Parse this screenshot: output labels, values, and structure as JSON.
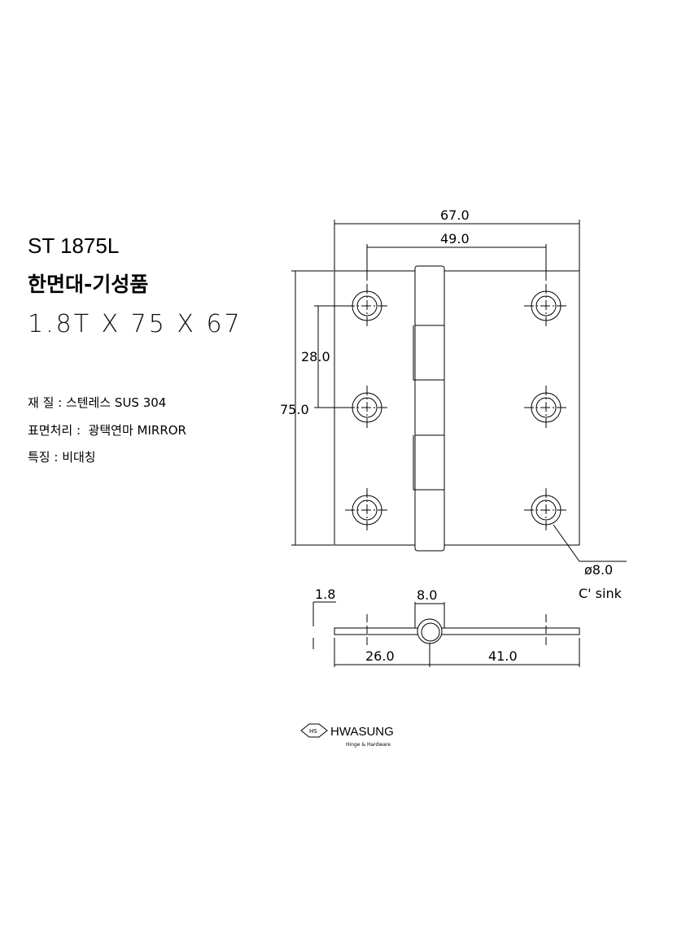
{
  "product": {
    "model": "ST 1875L",
    "name": "한면대-기성품",
    "size": "1.8T X 75 X 67"
  },
  "specs": [
    {
      "text": "재 질 : 스텐레스 SUS 304"
    },
    {
      "text": "표면처리 :  광택연마 MIRROR"
    },
    {
      "text": "특징 : 비대칭"
    }
  ],
  "dimensions": {
    "overall_width": "67.0",
    "hole_spacing_x": "49.0",
    "overall_height": "75.0",
    "hole_spacing_y": "28.0",
    "hole_diameter": "ø8.0",
    "hole_note": "C' sink",
    "thickness": "1.8",
    "knuckle_diameter": "8.0",
    "left_leaf": "26.0",
    "right_leaf": "41.0"
  },
  "logo": {
    "name": "HWASUNG",
    "tagline": "Hinge & Hardware",
    "mark": "HS"
  }
}
